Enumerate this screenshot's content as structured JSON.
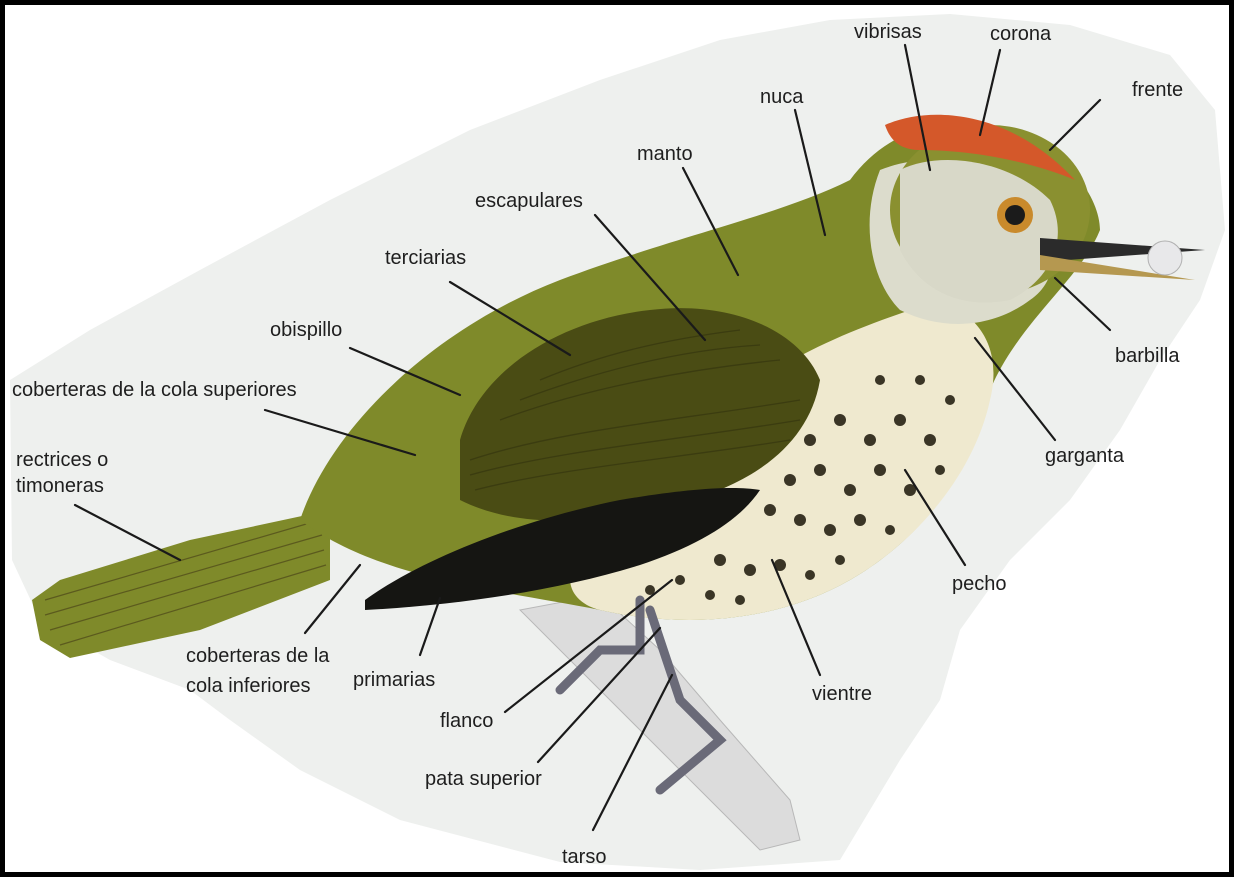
{
  "diagram": {
    "subject": "bird topography",
    "colors": {
      "plumage_olive": "#7f8a2a",
      "plumage_dark": "#4a4c14",
      "primaries_black": "#151512",
      "crown_rufous": "#d4582a",
      "underparts_cream": "#efe9cf",
      "spots": "#3a3526",
      "beak": "#2b2b2b",
      "background_paper": "#eef0ee"
    },
    "labels": {
      "vibrisas": "vibrisas",
      "corona": "corona",
      "frente": "frente",
      "nuca": "nuca",
      "manto": "manto",
      "escapulares": "escapulares",
      "terciarias": "terciarias",
      "obispillo": "obispillo",
      "coberteras_superiores": "coberteras de la cola superiores",
      "rectrices_1": "rectrices o",
      "rectrices_2": "timoneras",
      "barbilla": "barbilla",
      "garganta": "garganta",
      "pecho": "pecho",
      "vientre": "vientre",
      "coberteras_inferiores_1": "coberteras de la",
      "coberteras_inferiores_2": "cola inferiores",
      "primarias": "primarias",
      "flanco": "flanco",
      "pata_superior": "pata superior",
      "tarso": "tarso"
    }
  }
}
